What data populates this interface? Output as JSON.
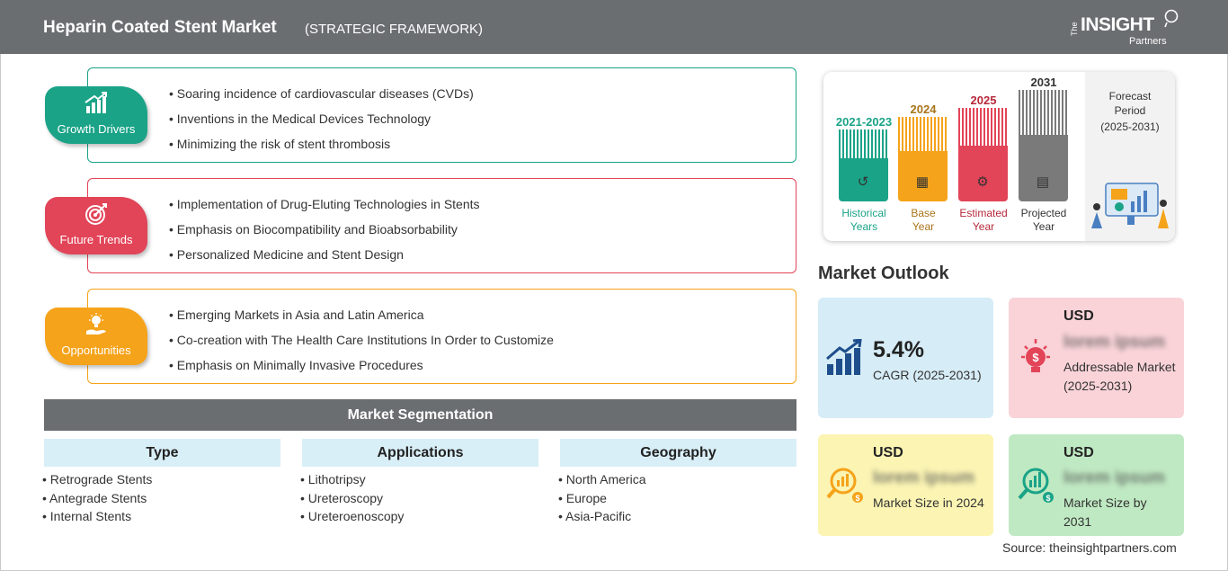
{
  "header": {
    "title": "Heparin Coated Stent Market",
    "subtitle": "(STRATEGIC FRAMEWORK)",
    "logo_the": "The",
    "logo_insight": "INSIGHT",
    "logo_partners": "Partners"
  },
  "colors": {
    "header_bg": "#6b6e71",
    "growth": "#1aa387",
    "trends": "#e24458",
    "opportunities": "#f5a31a"
  },
  "strategic": [
    {
      "label": "Growth Drivers",
      "icon": "growth-chart-icon",
      "items": [
        "Soaring incidence of cardiovascular diseases (CVDs)",
        "Inventions in the Medical Devices Technology",
        "Minimizing the risk of stent thrombosis"
      ]
    },
    {
      "label": "Future Trends",
      "icon": "target-icon",
      "items": [
        "Implementation of Drug-Eluting Technologies in Stents",
        "Emphasis on Biocompatibility and Bioabsorbability",
        "Personalized Medicine and Stent Design"
      ]
    },
    {
      "label": "Opportunities",
      "icon": "lightbulb-hand-icon",
      "items": [
        "Emerging Markets in Asia and Latin America",
        "Co-creation with The Health Care Institutions In Order to Customize",
        "Emphasis on Minimally Invasive Procedures"
      ]
    }
  ],
  "segmentation": {
    "title": "Market Segmentation",
    "columns": [
      {
        "heading": "Type",
        "items": [
          "Retrograde Stents",
          "Antegrade Stents",
          "Internal Stents"
        ]
      },
      {
        "heading": "Applications",
        "items": [
          "Lithotripsy",
          "Ureteroscopy",
          "Ureteroenoscopy"
        ]
      },
      {
        "heading": "Geography",
        "items": [
          "North America",
          "Europe",
          "Asia-Pacific"
        ]
      }
    ]
  },
  "timeline": {
    "bars": [
      {
        "year": "2021-2023",
        "label_line1": "Historical",
        "label_line2": "Years",
        "color": "#1aa387",
        "year_color": "#1aa387",
        "icon": "history-icon"
      },
      {
        "year": "2024",
        "label_line1": "Base",
        "label_line2": "Year",
        "color": "#f5a31a",
        "year_color": "#a8741a",
        "icon": "calendar-icon"
      },
      {
        "year": "2025",
        "label_line1": "Estimated",
        "label_line2": "Year",
        "color": "#e24458",
        "year_color": "#b7283a",
        "icon": "gears-icon"
      },
      {
        "year": "2031",
        "label_line1": "Projected",
        "label_line2": "Year",
        "color": "#7a7a7a",
        "year_color": "#333333",
        "icon": "presentation-icon"
      }
    ],
    "forecast_line1": "Forecast",
    "forecast_line2": "Period",
    "forecast_line3": "(2025-2031)"
  },
  "outlook": {
    "title": "Market Outlook",
    "cagr_value": "5.4%",
    "cagr_label": "CAGR (2025-2031)",
    "addressable": {
      "usd": "USD",
      "value": "lorem ipsum",
      "desc": "Addressable Market (2025-2031)"
    },
    "size2024": {
      "usd": "USD",
      "value": "lorem ipsum",
      "desc": "Market Size in 2024"
    },
    "size2031": {
      "usd": "USD",
      "value": "lorem ipsum",
      "desc": "Market Size by 2031"
    }
  },
  "source": "Source: theinsightpartners.com"
}
